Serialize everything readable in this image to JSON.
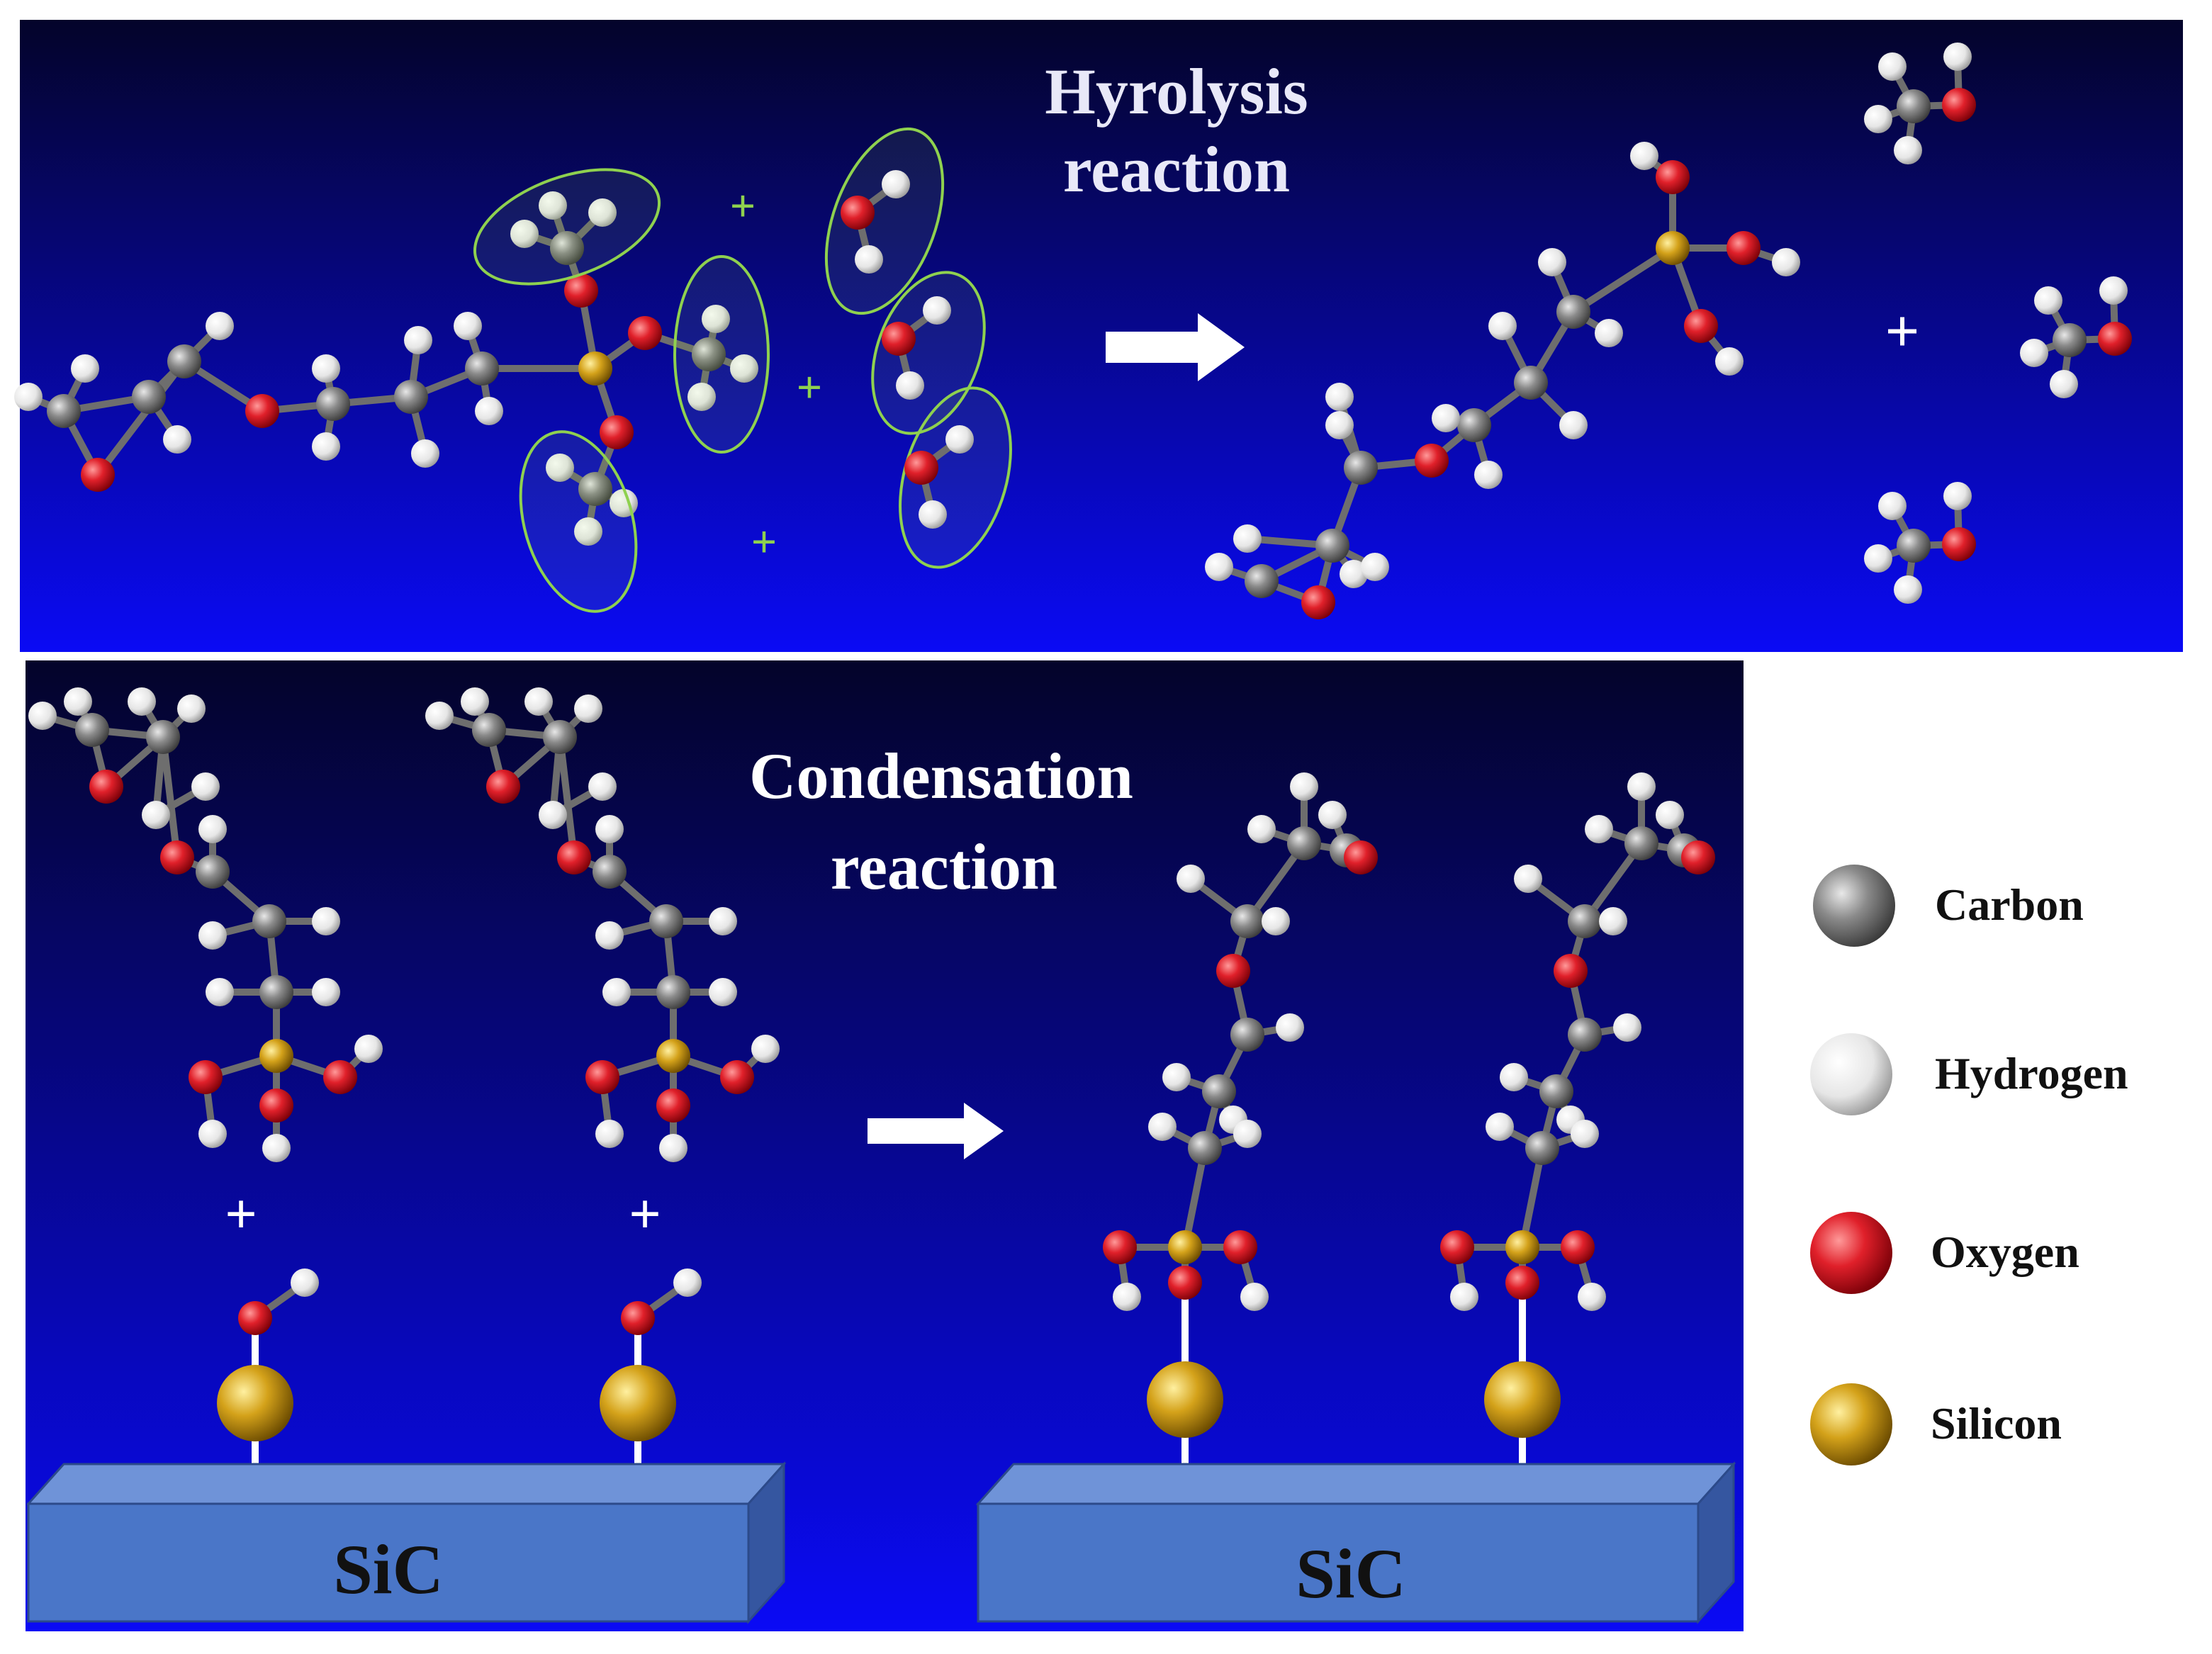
{
  "top_panel": {
    "title_line1": "Hyrolysis",
    "title_line2": "reaction",
    "plus_signs": [
      "+",
      "+",
      "+"
    ],
    "right_plus": "+"
  },
  "bottom_panel": {
    "title_line1": "Condensation",
    "title_line2": "reaction",
    "plus_signs": [
      "+",
      "+"
    ],
    "substrate_labels": [
      "SiC",
      "SiC"
    ]
  },
  "legend": {
    "items": [
      {
        "label": "Carbon",
        "color": "#7a7a7a"
      },
      {
        "label": "Hydrogen",
        "color": "#f2f2f2"
      },
      {
        "label": "Oxygen",
        "color": "#e0202a"
      },
      {
        "label": "Silicon",
        "color": "#d4a21a"
      }
    ]
  },
  "colors": {
    "panel_top": "#04042a",
    "panel_bottom": "#0a0af5",
    "ellipse": "#8fd14f",
    "substrate": "#4a76c8"
  }
}
